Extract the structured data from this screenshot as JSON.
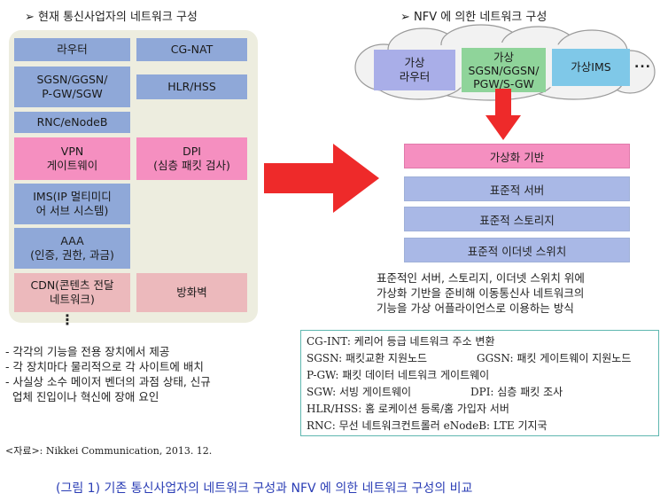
{
  "left": {
    "title": "➢ 현재 통신사업자의 네트워크 구성",
    "boxes": {
      "router": "라우터",
      "cgnat": "CG-NAT",
      "sgsn_line1": "SGSN/GGSN/",
      "sgsn_line2": "P-GW/SGW",
      "hlr": "HLR/HSS",
      "rnc": "RNC/eNodeB",
      "vpn_line1": "VPN",
      "vpn_line2": "게이트웨이",
      "dpi_line1": "DPI",
      "dpi_line2": "(심층 패킷 검사)",
      "ims_line1": "IMS(IP 멀티미디",
      "ims_line2": "어 서브 시스템)",
      "aaa_line1": "AAA",
      "aaa_line2": "(인증, 권한, 과금)",
      "cdn_line1": "CDN(콘텐츠 전달",
      "cdn_line2": "네트워크)",
      "firewall": "방화벽",
      "ellipsis": "⋮"
    },
    "bullets": [
      "- 각각의 기능을 전용 장치에서 제공",
      "- 각 장치마다 물리적으로 각 사이트에 배치",
      "- 사실상 소수 메이저 벤더의 과점 상태, 신규",
      "  업체 진입이나 혁신에 장애 요인"
    ],
    "source": "<자료>: Nikkei Communication, 2013. 12."
  },
  "right": {
    "title": "➢ NFV 에 의한 네트워크 구성",
    "cloud": {
      "vrouter_line1": "가상",
      "vrouter_line2": "라우터",
      "vsgsn_line1": "가상",
      "vsgsn_line2": "SGSN/GGSN/",
      "vsgsn_line3": "PGW/S-GW",
      "vims": "가상IMS",
      "more": "..."
    },
    "stack": {
      "virtualization": "가상화 기반",
      "server": "표준적 서버",
      "storage": "표준적 스토리지",
      "switch": "표준적 이더넷 스위치"
    },
    "description": [
      "표준적인 서버, 스토리지, 이더넷 스위치 위에",
      "가상화 기반을 준비해 이동통신사 네트워크의",
      "기능을 가상 어플라이언스로 이용하는 방식"
    ],
    "legend": {
      "cgint": "CG-INT: 케리어 등급 네트워크 주소 변환",
      "sgsn": "SGSN: 패킷교환 지원노드",
      "ggsn": "GGSN: 패킷 게이트웨이 지원노드",
      "pgw": "P-GW: 패킷 데이터 네트워크 게이트웨이",
      "sgw": "SGW: 서빙 게이트웨이",
      "dpi": "DPI: 심층 패킷 조사",
      "hlr": "HLR/HSS: 홈 로케이션 등록/홈 가입자 서버",
      "rnc": "RNC: 무선 네트워크컨트롤러 eNodeB: LTE 기지국"
    }
  },
  "caption": "(그림 1) 기존 통신사업자의 네트워크 구성과 NFV 에 의한 네트워크 구성의 비교",
  "colors": {
    "blue_box": "#8fa8d8",
    "pink_box": "#f58fc0",
    "rose_box": "#ecb9bc",
    "panel": "#ededdf",
    "arrow": "#ee2a2a",
    "caption": "#2a3db5",
    "legend_border": "#5fb7b0"
  }
}
